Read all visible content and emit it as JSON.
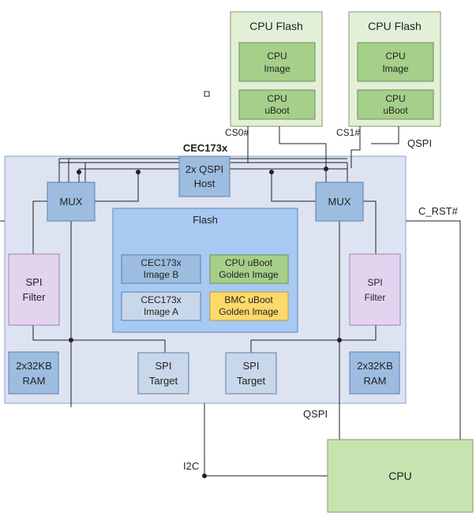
{
  "colors": {
    "chip_fill": "#dde3f1",
    "chip_stroke": "#8aa3cc",
    "block_fill": "#9dbde0",
    "block_stroke": "#5f7ea8",
    "flash_fill": "#a7c9f2",
    "light_green": "#e3f0d8",
    "green": "#a6cf8a",
    "purple": "#e4d3ef",
    "yellow": "#fdd96b",
    "gray_block": "#c9d7ea",
    "cpu_green": "#c6e3b0",
    "wire": "#222222"
  },
  "chip": {
    "title": "CEC173x"
  },
  "qspi_host": {
    "line1": "2x QSPI",
    "line2": "Host"
  },
  "mux_left": {
    "label": "MUX"
  },
  "mux_right": {
    "label": "MUX"
  },
  "internal_flash": {
    "title": "Flash",
    "image_b": {
      "line1": "CEC173x",
      "line2": "Image B"
    },
    "image_a": {
      "line1": "CEC173x",
      "line2": "Image A"
    },
    "cpu_golden": {
      "line1": "CPU uBoot",
      "line2": "Golden Image"
    },
    "bmc_golden": {
      "line1": "BMC uBoot",
      "line2": "Golden Image"
    }
  },
  "spi_filter_left": {
    "line1": "SPI",
    "line2": "Filter"
  },
  "spi_filter_right": {
    "line1": "SPI",
    "line2": "Filter"
  },
  "ram_left": {
    "line1": "2x32KB",
    "line2": "RAM"
  },
  "ram_right": {
    "line1": "2x32KB",
    "line2": "RAM"
  },
  "spi_target_left": {
    "line1": "SPI",
    "line2": "Target"
  },
  "spi_target_right": {
    "line1": "SPI",
    "line2": "Target"
  },
  "cpu_flash_1": {
    "title": "CPU Flash",
    "image": {
      "line1": "CPU",
      "line2": "Image"
    },
    "uboot": {
      "line1": "CPU",
      "line2": "uBoot"
    }
  },
  "cpu_flash_2": {
    "title": "CPU Flash",
    "image": {
      "line1": "CPU",
      "line2": "Image"
    },
    "uboot": {
      "line1": "CPU",
      "line2": "uBoot"
    }
  },
  "cpu": {
    "label": "CPU"
  },
  "signals": {
    "cs0": "CS0#",
    "cs1": "CS1#",
    "qspi_top": "QSPI",
    "c_rst": "C_RST#",
    "qspi_bottom": "QSPI",
    "i2c": "I2C"
  }
}
